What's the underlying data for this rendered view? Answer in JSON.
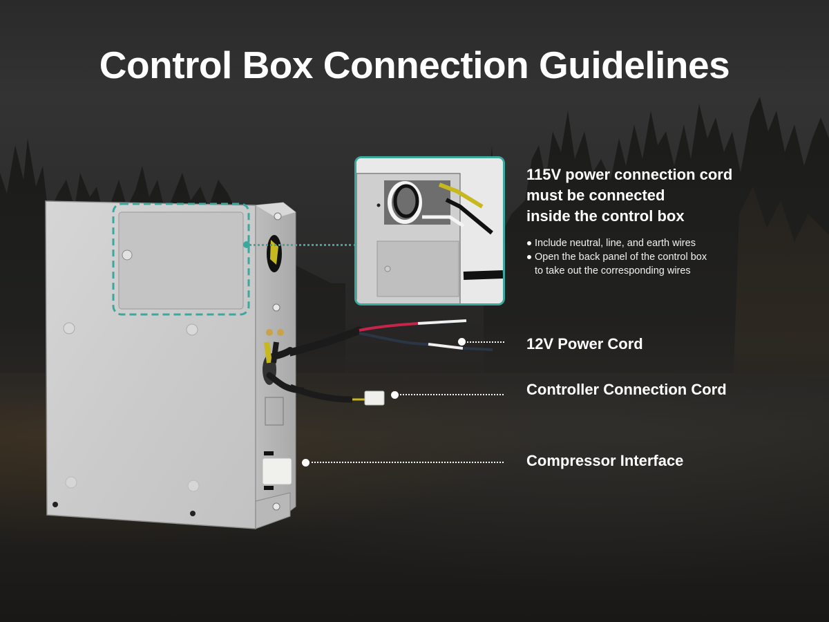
{
  "title": "Control Box Connection Guidelines",
  "colors": {
    "accent_teal": "#3aa89c",
    "text": "#ffffff",
    "background_dark": "#2a2a2a",
    "box_metal": "#cfcfcf"
  },
  "inset": {
    "description": "Close-up of control box back panel opening with neutral, line, and earth wires"
  },
  "callouts": {
    "power_115v": {
      "heading_lines": [
        "115V power connection cord",
        "must be connected",
        "inside the control box"
      ],
      "bullets": [
        "Include neutral, line, and earth wires",
        "Open the back panel of the control box",
        "to take out the corresponding wires"
      ]
    },
    "power_12v": {
      "label": "12V Power Cord"
    },
    "controller": {
      "label": "Controller Connection Cord"
    },
    "compressor": {
      "label": "Compressor Interface"
    }
  },
  "icons": {
    "bullet": "bullet-dot-icon",
    "leader_end": "leader-dot-icon"
  }
}
